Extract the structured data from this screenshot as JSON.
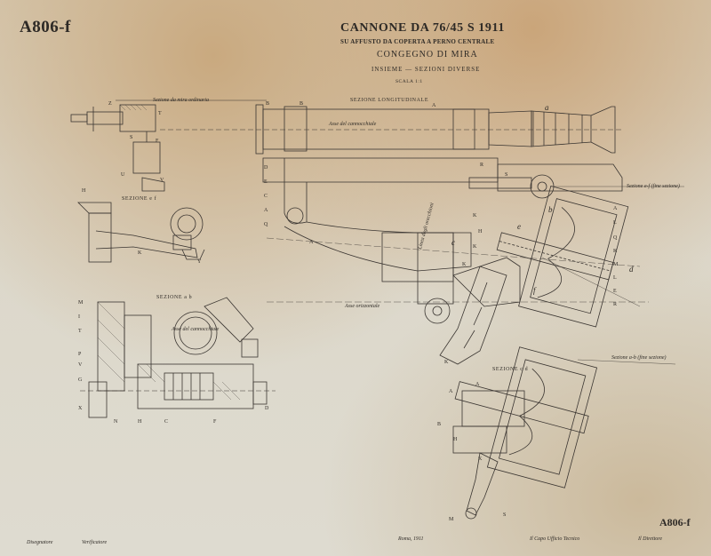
{
  "sheet_code": "A806-f",
  "sheet_code_bottom": "A806-f",
  "title": "CANNONE DA 76/45 S 1911",
  "subtitle": "SU AFFUSTO DA COPERTA A PERNO CENTRALE",
  "heading": "CONGEGNO DI MIRA",
  "subheading": "INSIEME — SEZIONI DIVERSE",
  "scale": "SCALA 1:1",
  "section_labels": {
    "longitudinal": "SEZIONE LONGITUDINALE",
    "ef": "SEZIONE e f",
    "ab": "SEZIONE a b",
    "cd": "SEZIONE c d"
  },
  "notes": {
    "top_left": "Sezione da mira ordinaria",
    "ab_inner": "Asse del cannocchiale",
    "long_axis": "Asse del cannocchiale",
    "horizontal": "Asse orizzontale",
    "vertical": "Linea degli orecchioni",
    "right_top": "Sezione e-f (fine sezione)",
    "right_mid": "Sezione a-b (fine sezione)"
  },
  "letters": [
    "a",
    "b",
    "c",
    "d",
    "e",
    "f"
  ],
  "part_labels_left": [
    "Z",
    "T",
    "S",
    "F",
    "U",
    "V",
    "H",
    "K",
    "Y"
  ],
  "part_labels_ab": [
    "M",
    "I",
    "T",
    "P",
    "V",
    "G",
    "X",
    "N",
    "H",
    "C",
    "F",
    "D"
  ],
  "part_labels_main": [
    "B",
    "B",
    "A",
    "D",
    "E",
    "C",
    "A",
    "Q",
    "A",
    "R",
    "S",
    "K"
  ],
  "part_labels_right": [
    "A",
    "H",
    "K",
    "L",
    "Q",
    "K",
    "M",
    "L",
    "E",
    "R",
    "K",
    "K"
  ],
  "part_labels_cd": [
    "A",
    "A",
    "B",
    "H",
    "K",
    "M",
    "S"
  ],
  "footer": {
    "left1": "Disegnatore",
    "left2": "Verificatore",
    "center": "Roma, 1911",
    "right1": "Il Capo Ufficio Tecnico",
    "right2": "Il Direttore"
  }
}
